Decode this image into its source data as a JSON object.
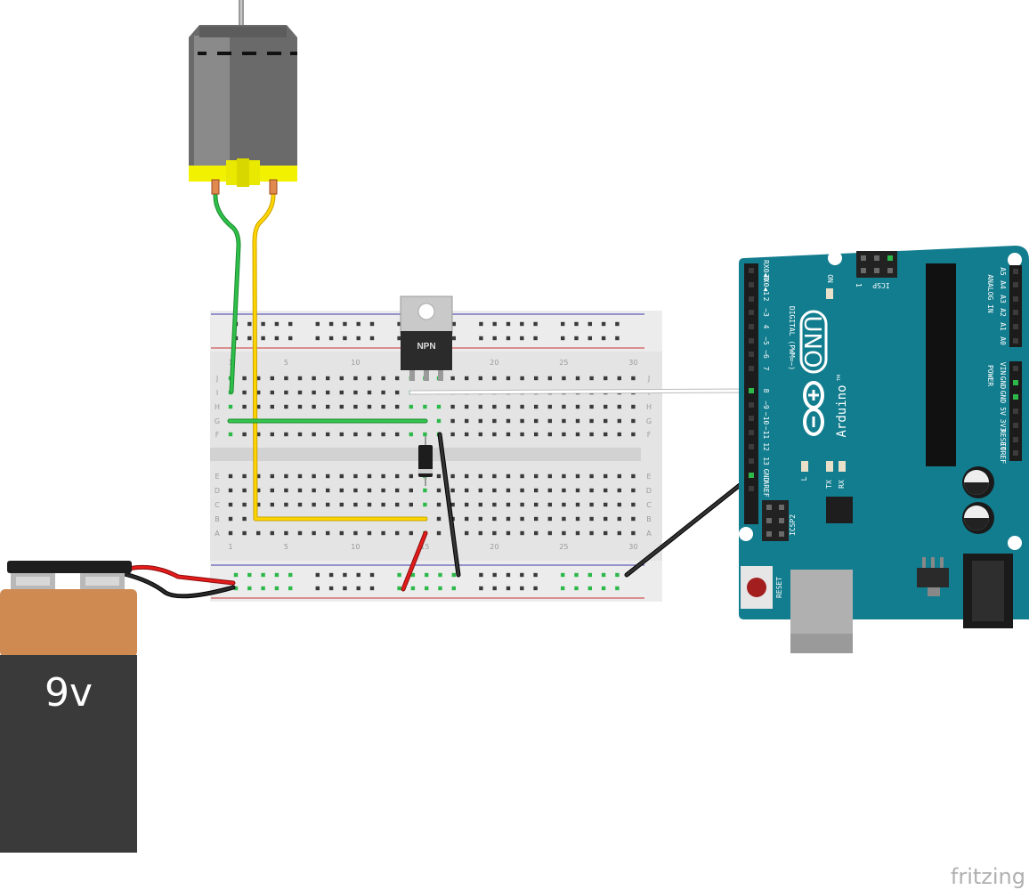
{
  "watermark": "fritzing",
  "motor": {
    "name": "DC motor"
  },
  "transistor": {
    "label": "NPN"
  },
  "battery": {
    "label": "9v"
  },
  "breadboard": {
    "column_numbers": [
      "1",
      "5",
      "10",
      "15",
      "20",
      "25",
      "30"
    ],
    "row_letters_top": [
      "J",
      "I",
      "H",
      "G",
      "F"
    ],
    "row_letters_bottom": [
      "E",
      "D",
      "C",
      "B",
      "A"
    ]
  },
  "arduino": {
    "logo": "UNO",
    "brand": "Arduino",
    "brand_tm": "TM",
    "on_label": "ON",
    "icsp_label": "ICSP",
    "icsp_one": "1",
    "icsp2_label": "ICSP2",
    "reset_label": "RESET",
    "digital_header": "DIGITAL (PWM=~)",
    "analog_header": "ANALOG IN",
    "power_header": "POWER",
    "l_label": "L",
    "tx_label": "TX",
    "rx_label": "RX",
    "digital_pins": [
      "RX0◀0",
      "TX0◀1",
      "2",
      "~3",
      "4",
      "~5",
      "~6",
      "7",
      "8",
      "~9",
      "~10",
      "~11",
      "12",
      "13",
      "GND",
      "AREF"
    ],
    "analog_pins": [
      "A5",
      "A4",
      "A3",
      "A2",
      "A1",
      "A0"
    ],
    "power_pins": [
      "VIN",
      "GND",
      "GND",
      "5V",
      "3V3",
      "RESET",
      "IOREF"
    ]
  },
  "wires": [
    {
      "name": "motor-lead-green",
      "color": "#1fae3a"
    },
    {
      "name": "motor-lead-yellow",
      "color": "#f5c800"
    },
    {
      "name": "pin9-signal",
      "color": "#ffffff"
    },
    {
      "name": "battery-positive",
      "color": "#e31b1b"
    },
    {
      "name": "ground-return",
      "color": "#1a1a1a"
    }
  ]
}
